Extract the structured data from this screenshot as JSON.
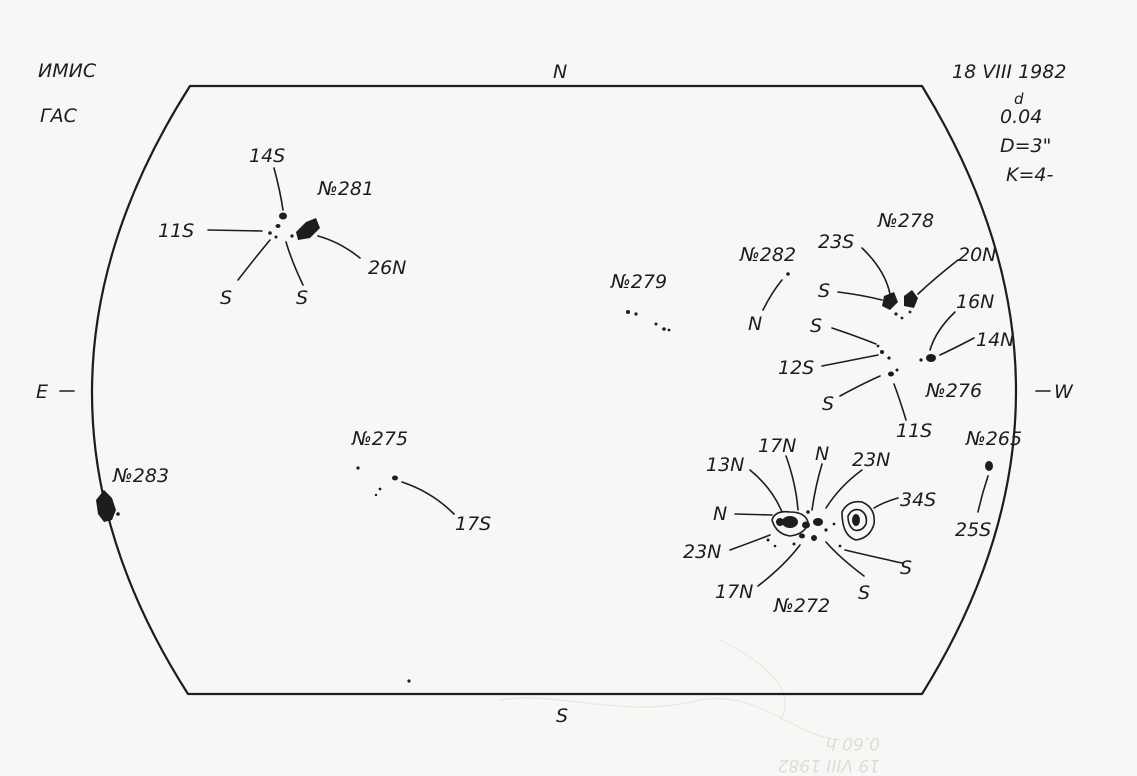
{
  "header": {
    "institute": "ИМИС",
    "observatory": "ГАС",
    "date": "18 VIII 1982",
    "time": "0.04",
    "time_super": "d",
    "seeing": "D=3\"",
    "quality": "K=4-"
  },
  "directions": {
    "north": "N",
    "south": "S",
    "east": "E",
    "west": "W"
  },
  "groups": [
    {
      "number": "№281",
      "labels": [
        "14S",
        "11S",
        "S",
        "S",
        "26N"
      ]
    },
    {
      "number": "№279",
      "labels": []
    },
    {
      "number": "№282",
      "labels": [
        "N"
      ]
    },
    {
      "number": "№278",
      "labels": [
        "23S",
        "20N",
        "S"
      ]
    },
    {
      "number": "№276",
      "labels": [
        "16N",
        "14N",
        "S",
        "12S",
        "S",
        "11S"
      ]
    },
    {
      "number": "№275",
      "labels": [
        "17S"
      ]
    },
    {
      "number": "№283",
      "labels": []
    },
    {
      "number": "№265",
      "labels": [
        "25S"
      ]
    },
    {
      "number": "№272",
      "labels": [
        "13N",
        "17N",
        "N",
        "23N",
        "34S",
        "N",
        "23N",
        "17N",
        "S",
        "S"
      ]
    }
  ],
  "watermark": {
    "lines": [
      "19 VIII 1982",
      "0.60 h"
    ]
  }
}
